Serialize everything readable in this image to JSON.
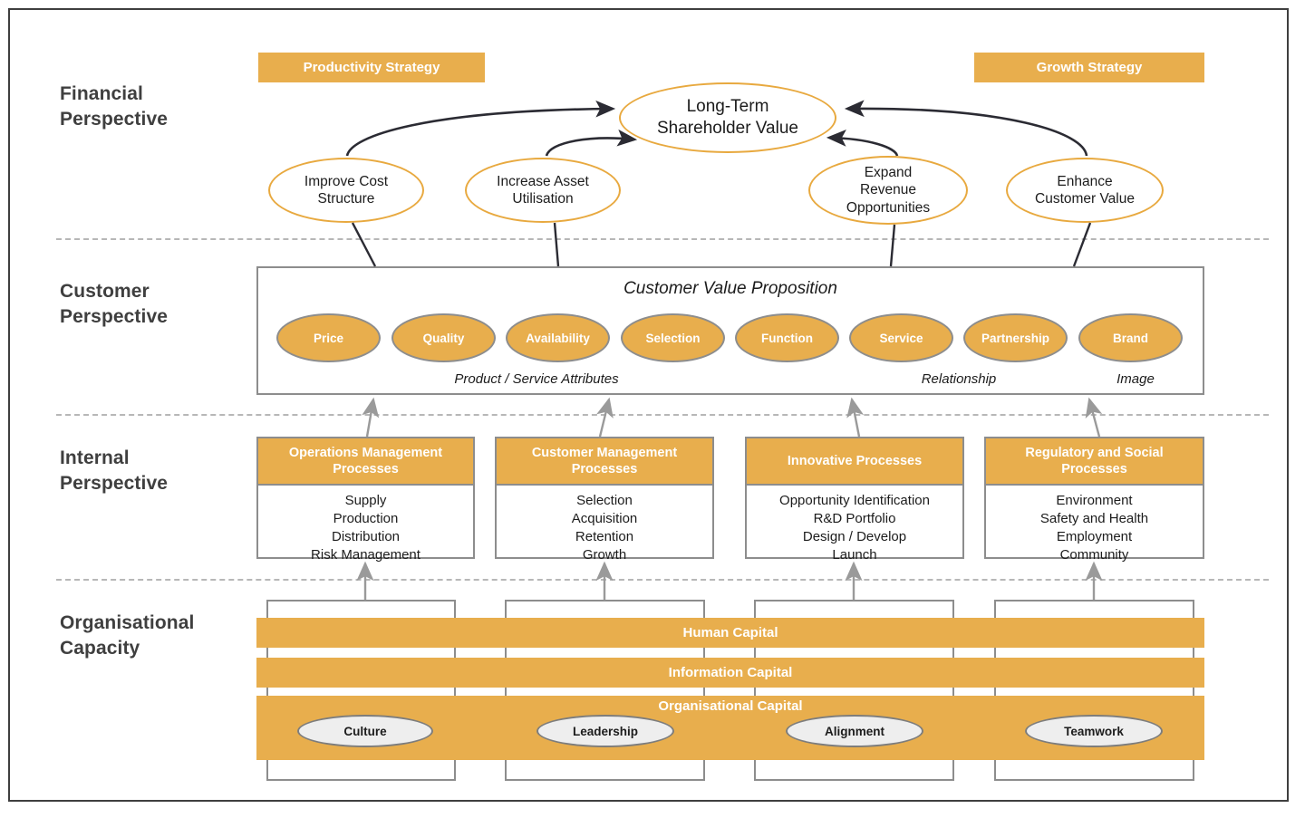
{
  "perspectives": [
    {
      "key": "financial",
      "label": "Financial\nPerspective",
      "line1": "Financial",
      "line2": "Perspective"
    },
    {
      "key": "customer",
      "label": "Customer Perspective",
      "line1": "Customer",
      "line2": "Perspective"
    },
    {
      "key": "internal",
      "label": "Internal Perspective",
      "line1": "Internal",
      "line2": "Perspective"
    },
    {
      "key": "capacity",
      "label": "Organisational Capacity",
      "line1": "Organisational",
      "line2": "Capacity"
    }
  ],
  "financial": {
    "productivity_strategy": "Productivity Strategy",
    "growth_strategy": "Growth Strategy",
    "center": {
      "line1": "Long-Term",
      "line2": "Shareholder Value"
    },
    "objectives": [
      {
        "line1": "Improve Cost",
        "line2": "Structure",
        "line3": ""
      },
      {
        "line1": "Increase Asset",
        "line2": "Utilisation",
        "line3": ""
      },
      {
        "line1": "Expand",
        "line2": "Revenue",
        "line3": "Opportunities"
      },
      {
        "line1": "Enhance",
        "line2": "Customer Value",
        "line3": ""
      }
    ]
  },
  "customer": {
    "title": "Customer Value Proposition",
    "attributes": [
      "Price",
      "Quality",
      "Availability",
      "Selection",
      "Function",
      "Service",
      "Partnership",
      "Brand"
    ],
    "groups": [
      {
        "label": "Product / Service Attributes"
      },
      {
        "label": "Relationship"
      },
      {
        "label": "Image"
      }
    ]
  },
  "internal": {
    "processes": [
      {
        "header_line1": "Operations Management",
        "header_line2": "Processes",
        "items": [
          "Supply",
          "Production",
          "Distribution",
          "Risk Management"
        ]
      },
      {
        "header_line1": "Customer Management",
        "header_line2": "Processes",
        "items": [
          "Selection",
          "Acquisition",
          "Retention",
          "Growth"
        ]
      },
      {
        "header_line1": "Innovative Processes",
        "header_line2": "",
        "items": [
          "Opportunity Identification",
          "R&D Portfolio",
          "Design / Develop",
          "Launch"
        ]
      },
      {
        "header_line1": "Regulatory and Social",
        "header_line2": "Processes",
        "items": [
          "Environment",
          "Safety and Health",
          "Employment",
          "Community"
        ]
      }
    ]
  },
  "capacity": {
    "bands": [
      "Human Capital",
      "Information Capital",
      "Organisational Capital"
    ],
    "culture_ovals": [
      "Culture",
      "Leadership",
      "Alignment",
      "Teamwork"
    ]
  },
  "colors": {
    "orange": "#e8ae4d",
    "orange_border": "#e8a93f",
    "gray_border": "#8d8d8d",
    "dark_text": "#1c1c1c",
    "label_text": "#3f3f3f",
    "oval_fill_gray": "#eeeeee",
    "frame": "#3f3f3f",
    "divider": "#b7b7b7"
  }
}
